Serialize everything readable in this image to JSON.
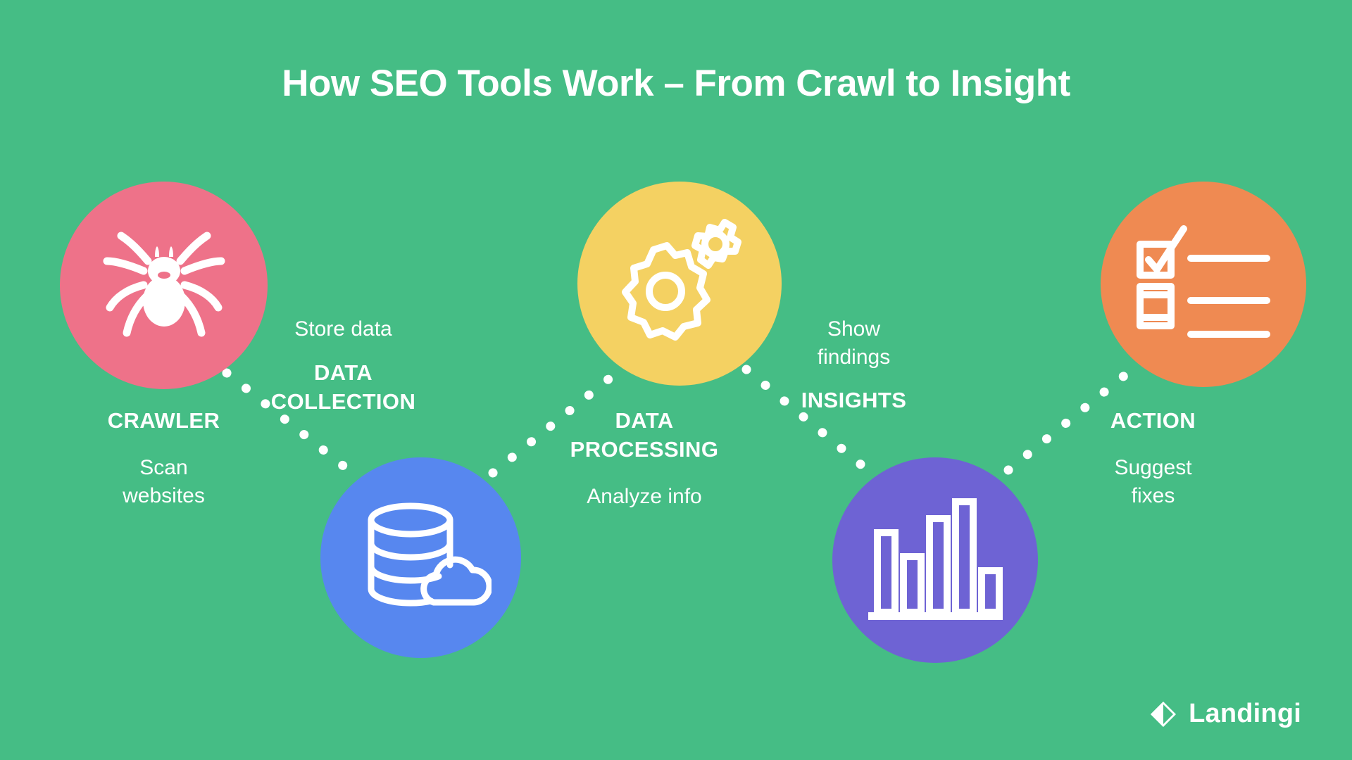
{
  "background_color": "#45bd85",
  "title": "How SEO Tools Work – From Crawl to Insight",
  "stages": [
    {
      "key": "crawler",
      "name": "CRAWLER",
      "description": "Scan websites",
      "desc_line1": "Scan",
      "desc_line2": "websites",
      "icon": "spider-icon",
      "color": "#ee7289"
    },
    {
      "key": "collection",
      "name_line1": "DATA",
      "name_line2": "COLLECTION",
      "name": "DATA COLLECTION",
      "description": "Store data",
      "icon": "database-cloud-icon",
      "color": "#5787ef"
    },
    {
      "key": "processing",
      "name_line1": "DATA",
      "name_line2": "PROCESSING",
      "name": "DATA PROCESSING",
      "description": "Analyze info",
      "icon": "gears-icon",
      "color": "#f4d162"
    },
    {
      "key": "insights",
      "name": "INSIGHTS",
      "description": "Show findings",
      "desc_line1": "Show",
      "desc_line2": "findings",
      "icon": "bar-chart-icon",
      "color": "#6e63d4"
    },
    {
      "key": "action",
      "name": "ACTION",
      "description": "Suggest fixes",
      "desc_line1": "Suggest",
      "desc_line2": "fixes",
      "icon": "checklist-icon",
      "color": "#ef8a52"
    }
  ],
  "connector": {
    "style": "dotted",
    "color": "#ffffff"
  },
  "brand": {
    "name": "Landingi",
    "logo_icon": "landingi-diamond-icon",
    "color": "#ffffff"
  }
}
